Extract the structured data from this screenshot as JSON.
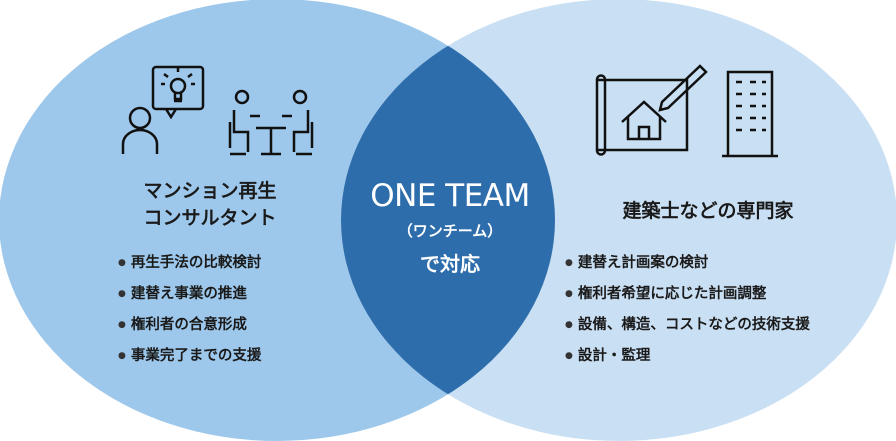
{
  "colors": {
    "left": "#9DC8EC",
    "right": "#C9DFF3",
    "overlap": "#2E6DAB"
  },
  "left": {
    "title_lines": [
      "マンション再生",
      "コンサルタント"
    ],
    "items": [
      "再生手法の比較検討",
      "建替え事業の推進",
      "権利者の合意形成",
      "事業完了までの支援"
    ]
  },
  "center": {
    "title": "ONE TEAM",
    "subtitle": "（ワンチーム）",
    "caption": "で対応"
  },
  "right": {
    "title": "建築士などの専門家",
    "items": [
      "建替え計画案の検討",
      "権利者希望に応じた計画調整",
      "設備、構造、コストなどの技術支援",
      "設計・監理"
    ]
  }
}
